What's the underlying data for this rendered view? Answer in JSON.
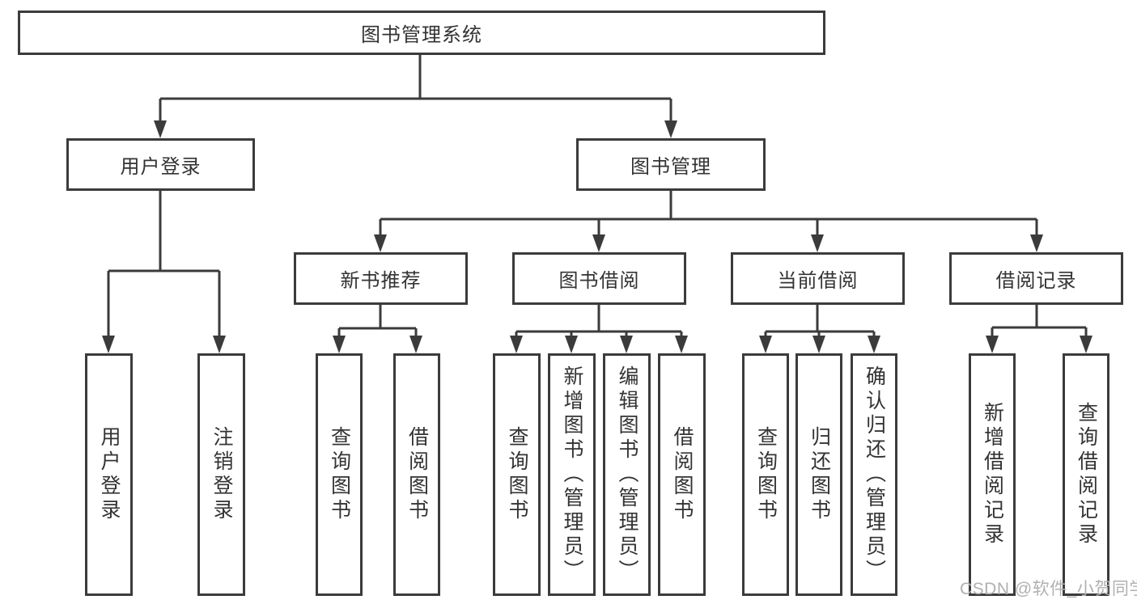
{
  "diagram": {
    "title": "图书管理系统",
    "root": {
      "label": "图书管理系统"
    },
    "level2": [
      {
        "label": "用户登录"
      },
      {
        "label": "图书管理"
      }
    ],
    "level3": [
      {
        "label": "新书推荐"
      },
      {
        "label": "图书借阅"
      },
      {
        "label": "当前借阅"
      },
      {
        "label": "借阅记录"
      }
    ],
    "leaves": [
      {
        "label": "用户登录"
      },
      {
        "label": "注销登录"
      },
      {
        "label": "查询图书"
      },
      {
        "label": "借阅图书"
      },
      {
        "label": "查询图书"
      },
      {
        "label": "新增图书（管理员）"
      },
      {
        "label": "编辑图书（管理员）"
      },
      {
        "label": "借阅图书"
      },
      {
        "label": "查询图书"
      },
      {
        "label": "归还图书"
      },
      {
        "label": "确认归还（管理员）"
      },
      {
        "label": "新增借阅记录"
      },
      {
        "label": "查询借阅记录"
      }
    ]
  },
  "watermark": {
    "text": "CSDN @软件_小贺同学"
  },
  "colors": {
    "line": "#3b3b3b",
    "text": "#333333",
    "background": "#ffffff",
    "watermark": "#b0b0b0"
  }
}
